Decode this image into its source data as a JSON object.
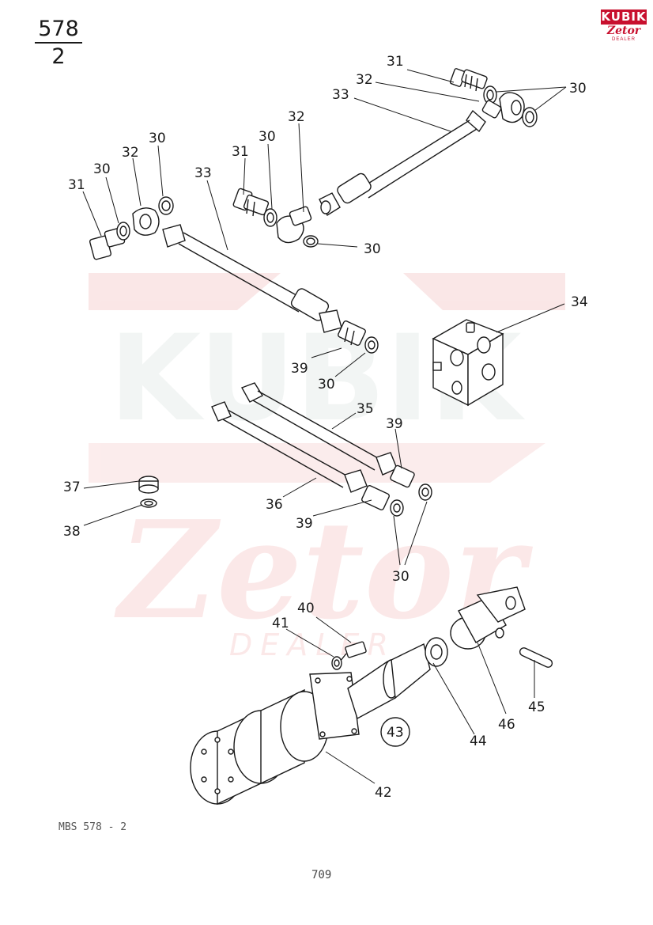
{
  "sheet": {
    "number": "578",
    "sub": "2"
  },
  "brand": {
    "line1": "KUBIK",
    "line2": "Zetor",
    "line3": "DEALER",
    "accent": "#c8102e"
  },
  "watermark": {
    "word1": "KUBIK",
    "word2": "Zetor",
    "word3": "DEALER",
    "color": "#f6d3d3"
  },
  "callouts": {
    "c31a": "31",
    "c32a": "32",
    "c30a": "30",
    "c33a": "33",
    "c30b": "30",
    "c31b": "31",
    "c30c": "30",
    "c32b": "32",
    "c30d": "30",
    "c31c": "31",
    "c30e": "30",
    "c32c": "32",
    "c30f": "30",
    "c33b": "33",
    "c34": "34",
    "c39a": "39",
    "c30g": "30",
    "c35": "35",
    "c39b": "39",
    "c37": "37",
    "c38": "38",
    "c36": "36",
    "c39c": "39",
    "c30h": "30",
    "c40": "40",
    "c41": "41",
    "c43": "43",
    "c44": "44",
    "c45": "45",
    "c46": "46",
    "c42": "42"
  },
  "footer": {
    "doc_ref": "MBS 578 - 2",
    "page": "709"
  }
}
